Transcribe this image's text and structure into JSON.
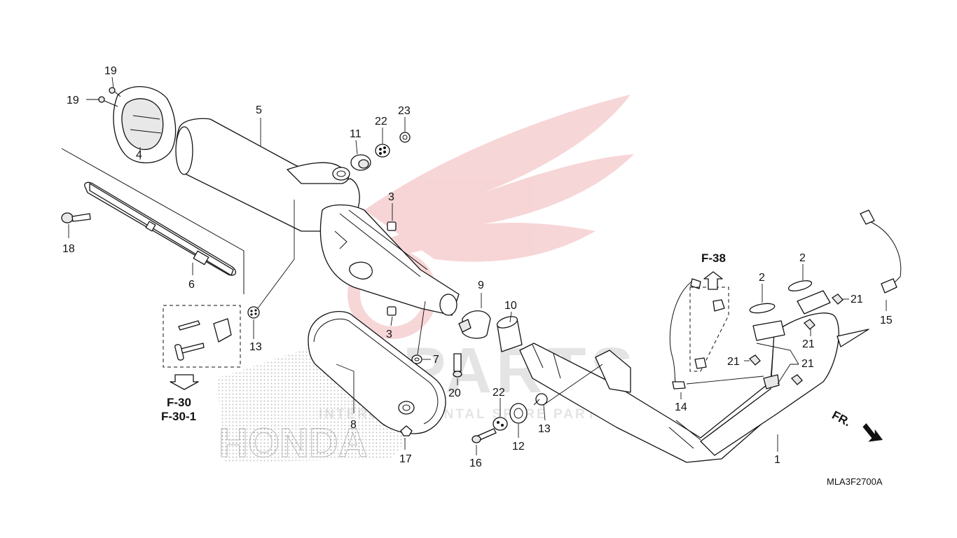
{
  "watermark": {
    "brand": "HONDA",
    "site": "PARTS",
    "tagline": "INTERCONTINENTAL SPARE PARTS",
    "wing_color": "#d9323a",
    "dot_color": "#9a9a9a"
  },
  "part_labels": {
    "p1": "1",
    "p2a": "2",
    "p2b": "2",
    "p3a": "3",
    "p3b": "3",
    "p4": "4",
    "p5": "5",
    "p6": "6",
    "p7": "7",
    "p8": "8",
    "p9": "9",
    "p10": "10",
    "p11": "11",
    "p12": "12",
    "p13a": "13",
    "p13b": "13",
    "p14": "14",
    "p15": "15",
    "p16": "16",
    "p17": "17",
    "p18": "18",
    "p19a": "19",
    "p19b": "19",
    "p20": "20",
    "p21a": "21",
    "p21b": "21",
    "p21c": "21",
    "p21d": "21",
    "p22a": "22",
    "p22b": "22",
    "p23": "23"
  },
  "references": {
    "f38": "F-38",
    "f30": "F-30",
    "f301": "F-30-1"
  },
  "front_marker": "FR.",
  "diagram_code": "MLA3F2700A"
}
